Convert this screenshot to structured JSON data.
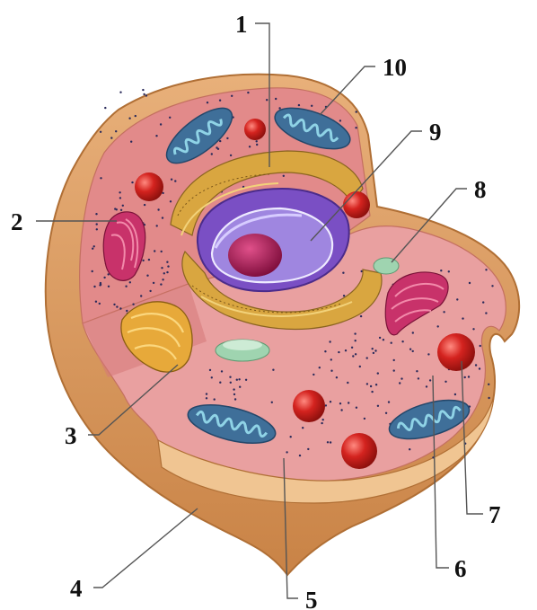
{
  "diagram": {
    "labels": [
      "1",
      "2",
      "3",
      "4",
      "5",
      "6",
      "7",
      "8",
      "9",
      "10"
    ],
    "colors": {
      "membrane_outer": "#d99a5c",
      "membrane_edge": "#b06f35",
      "cytoplasm": "#e58c8c",
      "cytoplasm_floor": "#e9a0a0",
      "mitochondria": "#3f6f99",
      "mitochondria_cristae": "#8fd3e6",
      "ribosome_sphere": "#d4231f",
      "er": "#d9a640",
      "nucleus_envelope": "#7a4fc4",
      "nucleolus": "#a0104b",
      "golgi": "#c8326a",
      "centrosome": "#9fd4b0",
      "dots": "#2a2a5a"
    }
  }
}
